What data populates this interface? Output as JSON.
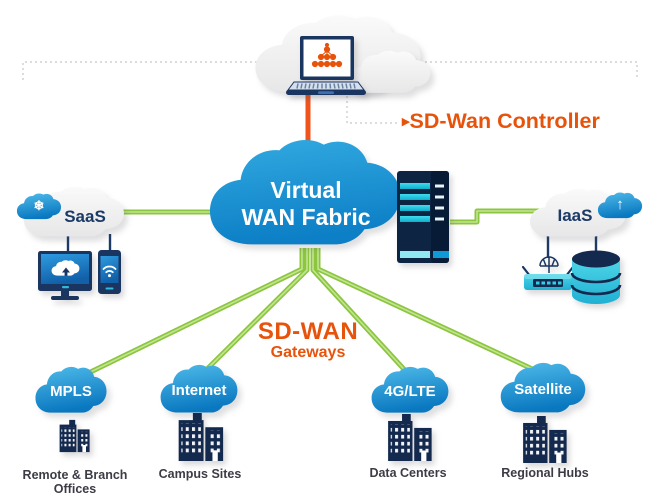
{
  "labels": {
    "controller": "SD-Wan Controller",
    "gateways_title": "SD-WAN",
    "gateways_sub": "Gateways",
    "fabric_line1": "Virtual",
    "fabric_line2": "WAN Fabric",
    "saas": "SaaS",
    "iaas": "IaaS"
  },
  "bottom_nodes": [
    {
      "transport": "MPLS",
      "site": "Remote & Branch Offices"
    },
    {
      "transport": "Internet",
      "site": "Campus Sites"
    },
    {
      "transport": "4G/LTE",
      "site": "Data Centers"
    },
    {
      "transport": "Satellite",
      "site": "Regional Hubs"
    }
  ],
  "icons": {
    "controller_arrow": "▸",
    "saas_cloud_glyph": "❄",
    "iaas_cloud_glyph": "↑"
  },
  "colors": {
    "accent_orange": "#E8530C",
    "link_green": "#8CC63F",
    "cloud_blue_top": "#45B6E8",
    "cloud_blue_bottom": "#0A78C0",
    "navy": "#14294E",
    "teal": "#2FC6DE",
    "gray_cloud": "#EFEFEF"
  }
}
